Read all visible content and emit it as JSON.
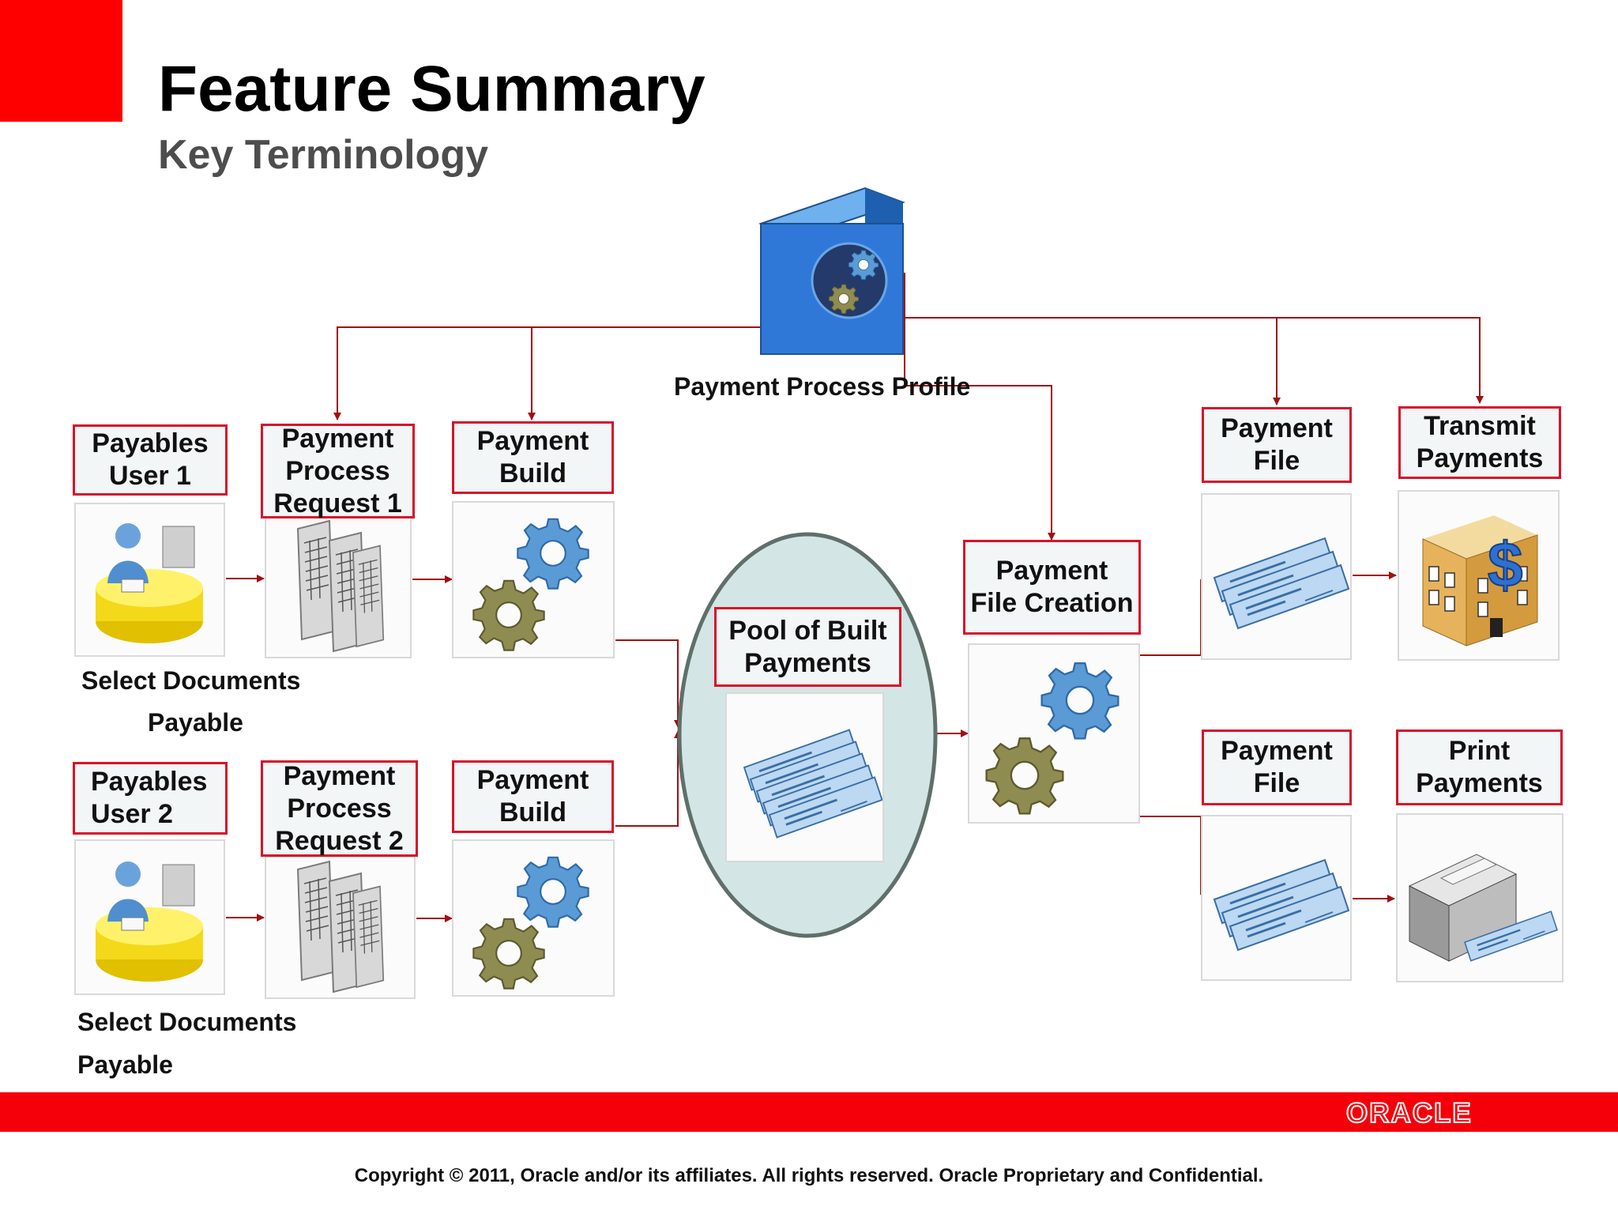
{
  "header": {
    "title": "Feature Summary",
    "subtitle": "Key Terminology"
  },
  "profile": {
    "label": "Payment Process Profile",
    "icon": "gears-box-icon"
  },
  "row1": {
    "user": {
      "line1": "Payables",
      "line2": "User 1",
      "icon": "user-at-desk-icon"
    },
    "request": {
      "line1": "Payment",
      "line2": "Process",
      "line3": "Request 1",
      "icon": "documents-icon"
    },
    "build": {
      "line1": "Payment",
      "line2": "Build",
      "icon": "gears-icon"
    },
    "caption": {
      "line1": "Select Documents",
      "line2": "Payable"
    }
  },
  "row2": {
    "user": {
      "line1": "Payables",
      "line2": "User 2",
      "icon": "user-at-desk-icon"
    },
    "request": {
      "line1": "Payment",
      "line2": "Process",
      "line3": "Request 2",
      "icon": "documents-icon"
    },
    "build": {
      "line1": "Payment",
      "line2": "Build",
      "icon": "gears-icon"
    },
    "caption": {
      "line1": "Select Documents",
      "line2": "Payable"
    }
  },
  "pool": {
    "line1": "Pool of Built",
    "line2": "Payments",
    "icon": "checks-stack-icon"
  },
  "file_creation": {
    "line1": "Payment",
    "line2": "File Creation",
    "icon": "gears-icon"
  },
  "file_top": {
    "line1": "Payment",
    "line2": "File",
    "icon": "checks-icon"
  },
  "file_bottom": {
    "line1": "Payment",
    "line2": "File",
    "icon": "checks-icon"
  },
  "transmit": {
    "line1": "Transmit",
    "line2": "Payments",
    "icon": "bank-building-icon"
  },
  "print": {
    "line1": "Print",
    "line2": "Payments",
    "icon": "printer-icon"
  },
  "footer": {
    "logo": "ORACLE",
    "copyright": "Copyright © 2011, Oracle and/or its affiliates. All rights reserved. Oracle Proprietary and Confidential."
  },
  "colors": {
    "accent_red": "#ff0000",
    "connector": "#a01010",
    "label_border": "#d6122b",
    "pool_fill": "#d4e5e5",
    "gear_blue": "#4a90d9",
    "gear_olive": "#8c8a4e"
  }
}
